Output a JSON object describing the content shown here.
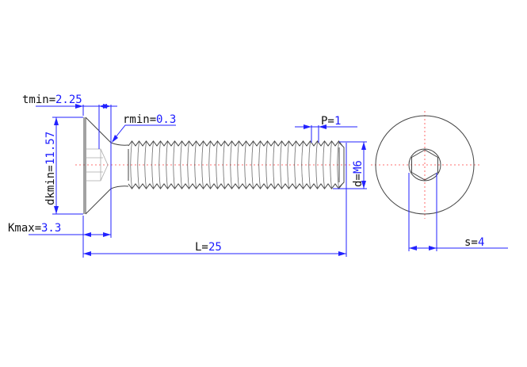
{
  "drawing": {
    "dimensions": [
      {
        "id": "tmin",
        "key": "tmin=",
        "value": "2.25"
      },
      {
        "id": "rmin",
        "key": "rmin=",
        "value": "0.3"
      },
      {
        "id": "dkmin",
        "key": "dkmin=",
        "value": "11.57"
      },
      {
        "id": "kmax",
        "key": "Kmax=",
        "value": "3.3"
      },
      {
        "id": "length",
        "key": "L=",
        "value": "25"
      },
      {
        "id": "pitch",
        "key": "P=",
        "value": "1"
      },
      {
        "id": "diameter",
        "key": "d=",
        "value": "M6"
      },
      {
        "id": "socket",
        "key": "s=",
        "value": "4"
      }
    ],
    "colors": {
      "dimension": "#2222ff",
      "object": "#444444",
      "centerline": "#ff4444"
    }
  }
}
